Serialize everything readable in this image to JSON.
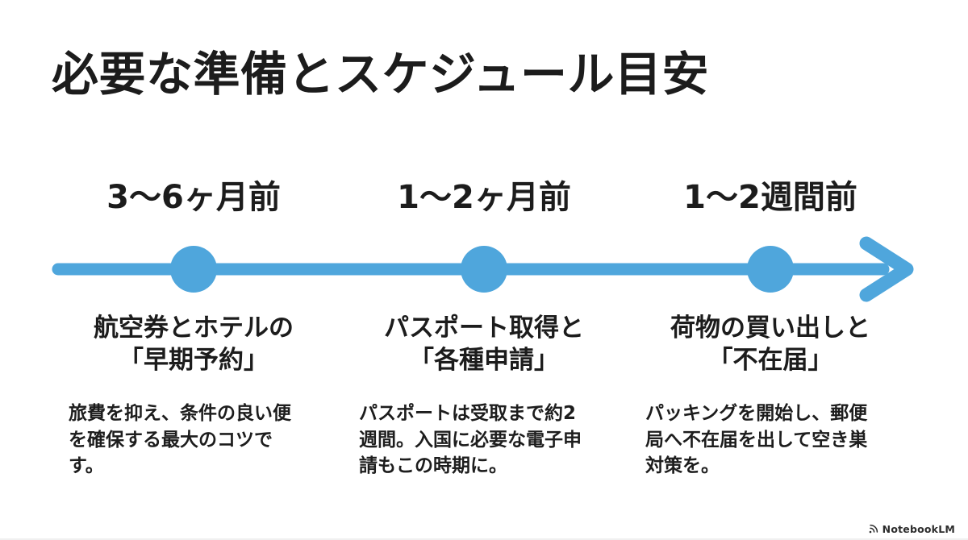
{
  "title": "必要な準備とスケジュール目安",
  "timeline": {
    "color": "#4fa6dc",
    "direction": "left-to-right"
  },
  "milestones": [
    {
      "time": "3〜6ヶ月前",
      "heading_line1": "航空券とホテルの",
      "heading_line2": "「早期予約」",
      "body": "旅費を抑え、条件の良い便\nを確保する最大のコツで\nす。"
    },
    {
      "time": "1〜2ヶ月前",
      "heading_line1": "パスポート取得と",
      "heading_line2": "「各種申請」",
      "body": "パスポートは受取まで約2\n週間。入国に必要な電子申\n請もこの時期に。"
    },
    {
      "time": "1〜2週間前",
      "heading_line1": "荷物の買い出しと",
      "heading_line2": "「不在届」",
      "body": "パッキングを開始し、郵便\n局へ不在届を出して空き巣\n対策を。"
    }
  ],
  "footer": {
    "brand": "NotebookLM",
    "logo_icon": "notebooklm-waves-icon"
  }
}
